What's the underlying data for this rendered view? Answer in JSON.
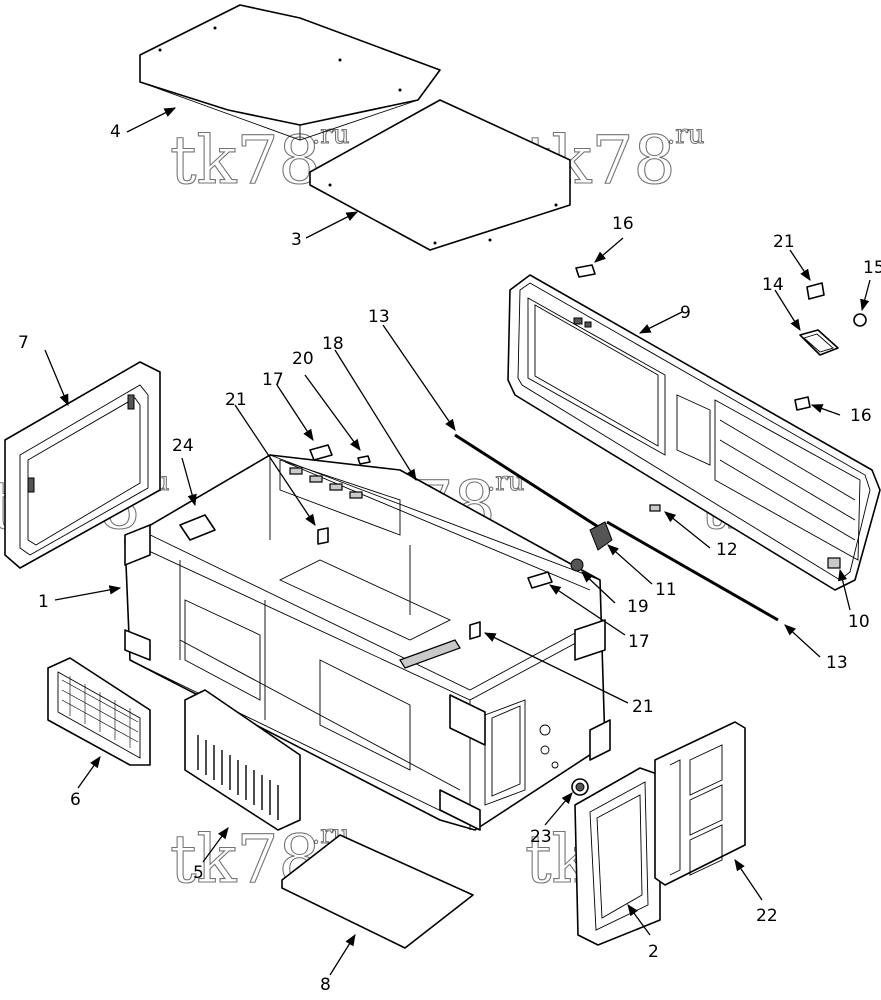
{
  "watermark": {
    "main": "tk78",
    "suffix": ".ru"
  },
  "callouts": [
    {
      "id": "c1",
      "label": "1"
    },
    {
      "id": "c2",
      "label": "2"
    },
    {
      "id": "c3",
      "label": "3"
    },
    {
      "id": "c4",
      "label": "4"
    },
    {
      "id": "c5",
      "label": "5"
    },
    {
      "id": "c6",
      "label": "6"
    },
    {
      "id": "c7",
      "label": "7"
    },
    {
      "id": "c8",
      "label": "8"
    },
    {
      "id": "c9",
      "label": "9"
    },
    {
      "id": "c10",
      "label": "10"
    },
    {
      "id": "c11",
      "label": "11"
    },
    {
      "id": "c12",
      "label": "12"
    },
    {
      "id": "c13a",
      "label": "13"
    },
    {
      "id": "c13b",
      "label": "13"
    },
    {
      "id": "c14",
      "label": "14"
    },
    {
      "id": "c15",
      "label": "15"
    },
    {
      "id": "c16a",
      "label": "16"
    },
    {
      "id": "c16b",
      "label": "16"
    },
    {
      "id": "c17a",
      "label": "17"
    },
    {
      "id": "c17b",
      "label": "17"
    },
    {
      "id": "c18",
      "label": "18"
    },
    {
      "id": "c19",
      "label": "19"
    },
    {
      "id": "c20",
      "label": "20"
    },
    {
      "id": "c21a",
      "label": "21"
    },
    {
      "id": "c21b",
      "label": "21"
    },
    {
      "id": "c21c",
      "label": "21"
    },
    {
      "id": "c22",
      "label": "22"
    },
    {
      "id": "c23",
      "label": "23"
    },
    {
      "id": "c24",
      "label": "24"
    }
  ]
}
